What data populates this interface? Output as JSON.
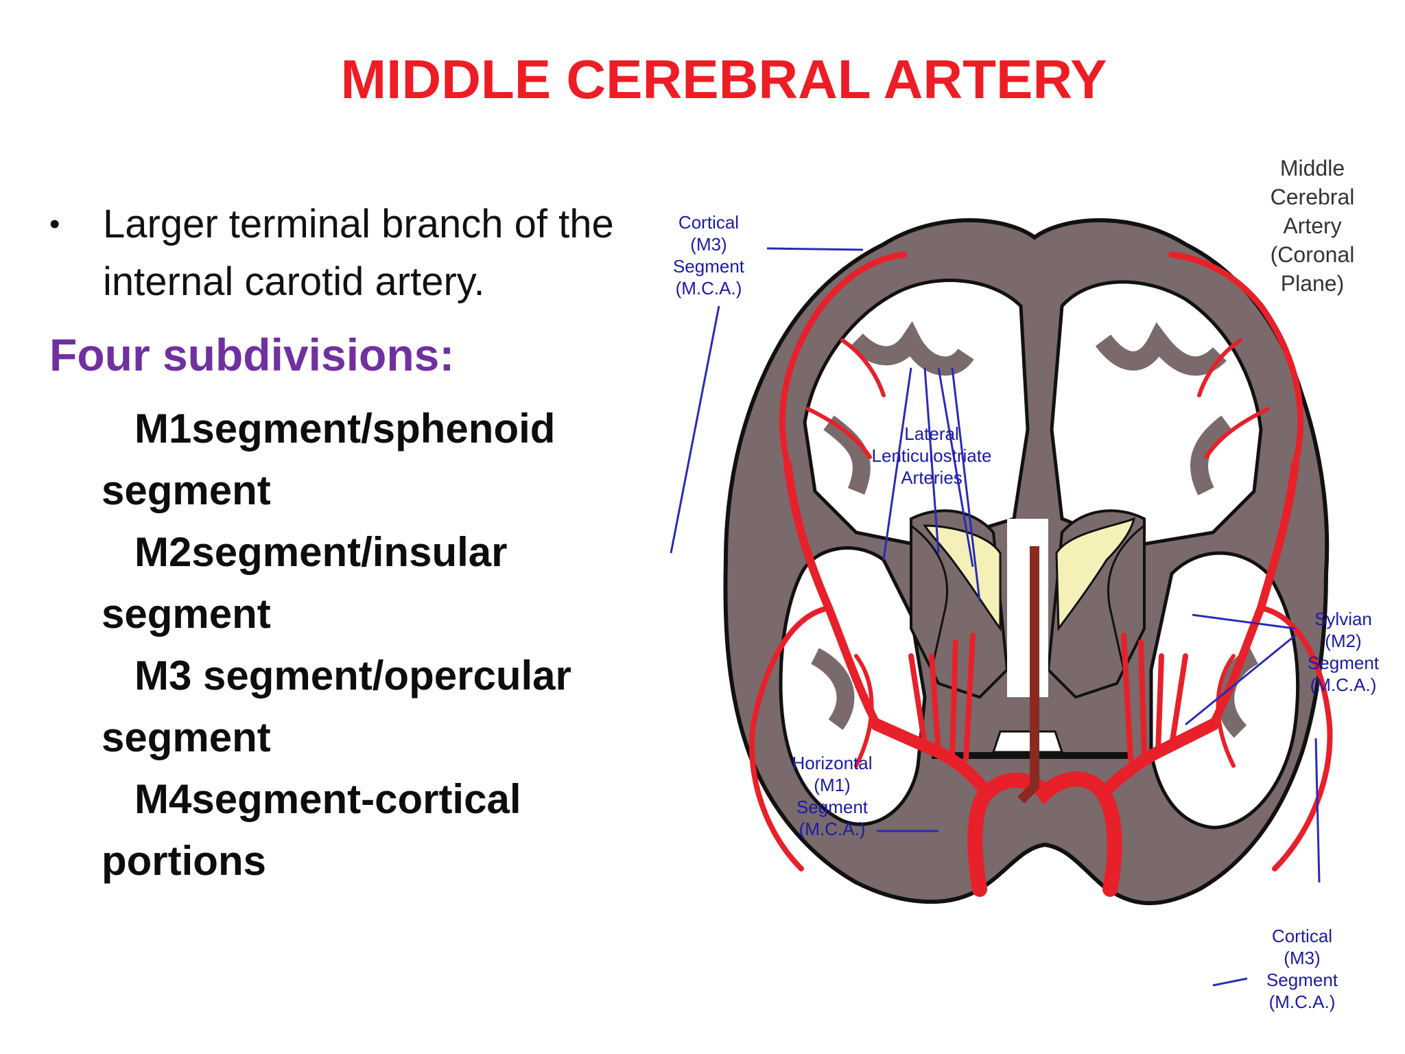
{
  "slide": {
    "title": "MIDDLE CEREBRAL ARTERY",
    "bullet": "Larger terminal branch of the internal carotid artery.",
    "subheading": "Four subdivisions:",
    "segments": [
      {
        "first": "M1segment/sphenoid",
        "rest": "segment"
      },
      {
        "first": "M2segment/insular",
        "rest": "segment"
      },
      {
        "first": "M3 segment/opercular",
        "rest": "segment"
      },
      {
        "first": "M4segment-cortical",
        "rest": "portions"
      }
    ]
  },
  "figure": {
    "caption_lines": [
      "Middle",
      "Cerebral",
      "Artery",
      "(Coronal Plane)"
    ],
    "labels": {
      "cortical_top": [
        "Cortical (M3)",
        "Segment",
        "(M.C.A.)"
      ],
      "lenticulostriate": [
        "Lateral",
        "Lenticulostriate",
        "Arteries"
      ],
      "sylvian": [
        "Sylvian (M2)",
        "Segment",
        "(M.C.A.)"
      ],
      "horizontal": [
        "Horizontal (M1)",
        "Segment",
        "(M.C.A.)"
      ],
      "cortical_bottom": [
        "Cortical (M3)",
        "Segment",
        "(M.C.A.)"
      ]
    },
    "colors": {
      "artery": "#e8202a",
      "cortex": "#7a6a6c",
      "outline": "#111111",
      "white_matter": "#ffffff",
      "ventricle": "#f4f0b8",
      "label_line": "#2a2ab5"
    }
  }
}
